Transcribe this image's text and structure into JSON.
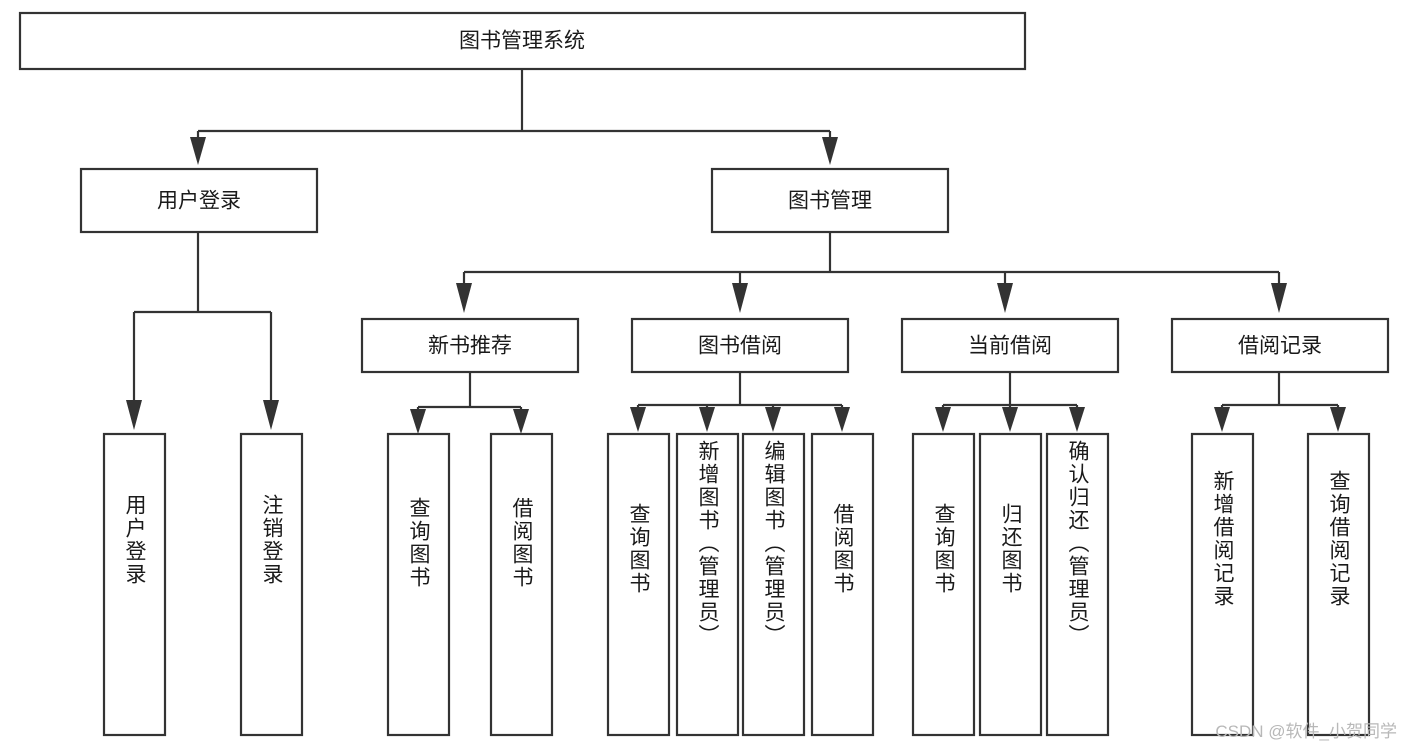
{
  "diagram": {
    "type": "tree",
    "title": "图书管理系统",
    "watermark": "CSDN @软件_小贺同学",
    "style": {
      "box_fill": "#ffffff",
      "box_stroke": "#333333",
      "text_color": "#1a1a1a",
      "watermark_color": "#b8b8b8",
      "background": "#ffffff"
    },
    "levels": {
      "level1": {
        "label": "图书管理系统"
      },
      "level2": [
        {
          "id": "user-login",
          "label": "用户登录"
        },
        {
          "id": "book-management",
          "label": "图书管理"
        }
      ],
      "level3": [
        {
          "id": "new-book-recommend",
          "label": "新书推荐",
          "parent": "book-management"
        },
        {
          "id": "book-borrow",
          "label": "图书借阅",
          "parent": "book-management"
        },
        {
          "id": "current-borrow",
          "label": "当前借阅",
          "parent": "book-management"
        },
        {
          "id": "borrow-record",
          "label": "借阅记录",
          "parent": "book-management"
        }
      ],
      "level4": [
        {
          "id": "leaf-user-login",
          "label": "用户登录",
          "parent": "user-login"
        },
        {
          "id": "leaf-logout",
          "label": "注销登录",
          "parent": "user-login"
        },
        {
          "id": "leaf-query-book-1",
          "label": "查询图书",
          "parent": "new-book-recommend"
        },
        {
          "id": "leaf-borrow-book-1",
          "label": "借阅图书",
          "parent": "new-book-recommend"
        },
        {
          "id": "leaf-query-book-2",
          "label": "查询图书",
          "parent": "book-borrow"
        },
        {
          "id": "leaf-add-book",
          "label": "新增图书（管理员）",
          "parent": "book-borrow"
        },
        {
          "id": "leaf-edit-book",
          "label": "编辑图书（管理员）",
          "parent": "book-borrow"
        },
        {
          "id": "leaf-borrow-book-2",
          "label": "借阅图书",
          "parent": "book-borrow"
        },
        {
          "id": "leaf-query-book-3",
          "label": "查询图书",
          "parent": "current-borrow"
        },
        {
          "id": "leaf-return-book",
          "label": "归还图书",
          "parent": "current-borrow"
        },
        {
          "id": "leaf-confirm-return",
          "label": "确认归还（管理员）",
          "parent": "current-borrow"
        },
        {
          "id": "leaf-add-record",
          "label": "新增借阅记录",
          "parent": "borrow-record"
        },
        {
          "id": "leaf-query-record",
          "label": "查询借阅记录",
          "parent": "borrow-record"
        }
      ]
    }
  }
}
